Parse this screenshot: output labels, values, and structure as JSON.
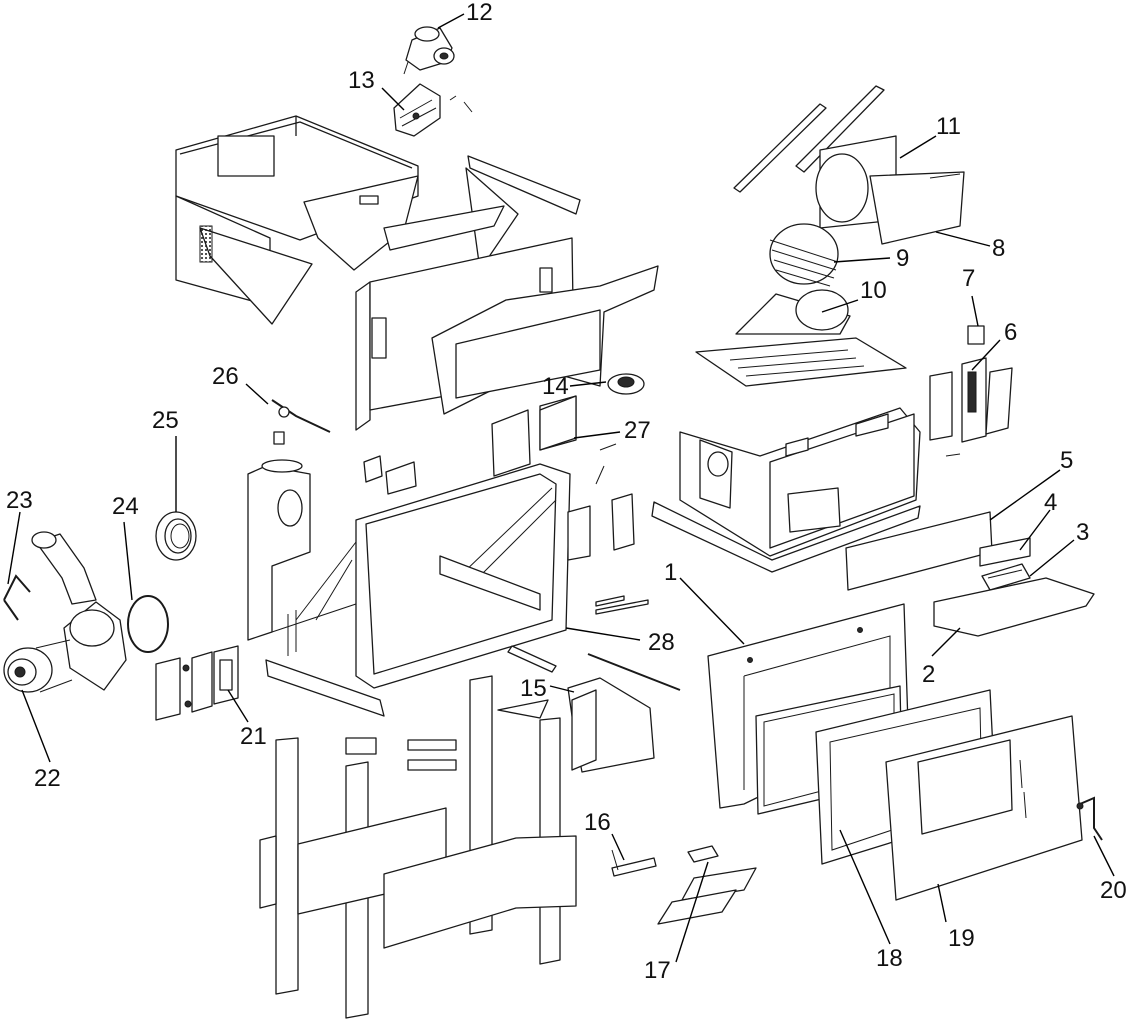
{
  "diagram": {
    "type": "exploded-parts-view",
    "colors": {
      "line": "#1a1a1a",
      "background": "#ffffff"
    },
    "callouts": [
      {
        "id": "1",
        "label": "1"
      },
      {
        "id": "2",
        "label": "2"
      },
      {
        "id": "3",
        "label": "3"
      },
      {
        "id": "4",
        "label": "4"
      },
      {
        "id": "5",
        "label": "5"
      },
      {
        "id": "6",
        "label": "6"
      },
      {
        "id": "7",
        "label": "7"
      },
      {
        "id": "8",
        "label": "8"
      },
      {
        "id": "9",
        "label": "9"
      },
      {
        "id": "10",
        "label": "10"
      },
      {
        "id": "11",
        "label": "11"
      },
      {
        "id": "12",
        "label": "12"
      },
      {
        "id": "13",
        "label": "13"
      },
      {
        "id": "14",
        "label": "14"
      },
      {
        "id": "15",
        "label": "15"
      },
      {
        "id": "16",
        "label": "16"
      },
      {
        "id": "17",
        "label": "17"
      },
      {
        "id": "18",
        "label": "18"
      },
      {
        "id": "19",
        "label": "19"
      },
      {
        "id": "20",
        "label": "20"
      },
      {
        "id": "21",
        "label": "21"
      },
      {
        "id": "22",
        "label": "22"
      },
      {
        "id": "23",
        "label": "23"
      },
      {
        "id": "24",
        "label": "24"
      },
      {
        "id": "25",
        "label": "25"
      },
      {
        "id": "26",
        "label": "26"
      },
      {
        "id": "27",
        "label": "27"
      },
      {
        "id": "28",
        "label": "28"
      }
    ]
  }
}
